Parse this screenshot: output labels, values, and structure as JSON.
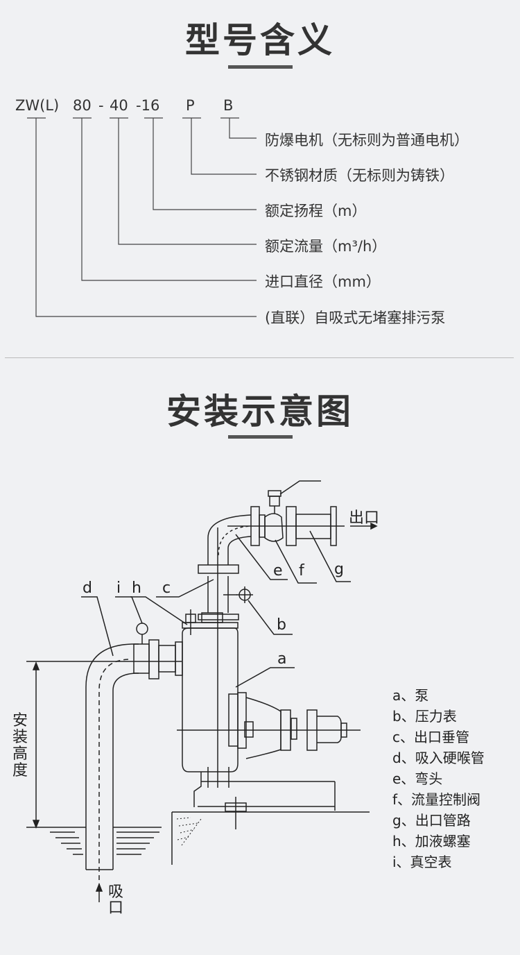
{
  "section1": {
    "title": "型号含义",
    "codes": [
      "ZW(L)",
      "80",
      "-",
      "40",
      "-16",
      "P",
      "B"
    ],
    "meanings": [
      "防爆电机（无标则为普通电机）",
      "不锈钢材质（无标则为铸铁）",
      "额定扬程（m）",
      "额定流量（m³/h）",
      "进口直径（mm）",
      "(直联）自吸式无堵塞排污泵"
    ]
  },
  "section2": {
    "title": "安装示意图",
    "diagram_labels": {
      "a": "a",
      "b": "b",
      "c": "c",
      "d": "d",
      "e": "e",
      "f": "f",
      "g": "g",
      "h": "h",
      "i": "i",
      "outlet": "出口",
      "inlet_1": "吸",
      "inlet_2": "口",
      "install_height": "安装高度"
    },
    "legend": [
      "a、泵",
      "b、压力表",
      "c、出口垂管",
      "d、吸入硬喉管",
      "e、弯头",
      "f、流量控制阀",
      "g、出口管路",
      "h、加液螺塞",
      "i、真空表"
    ]
  }
}
